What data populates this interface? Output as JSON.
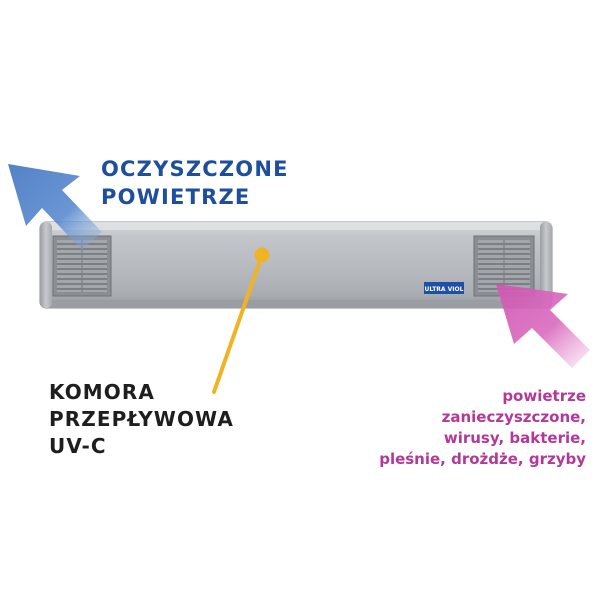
{
  "labels": {
    "clean_air": [
      "OCZYSZCZONE",
      "POWIETRZE"
    ],
    "chamber": [
      "KOMORA",
      "PRZEPŁYWOWA",
      "UV-C"
    ],
    "dirty_air": [
      "powietrze",
      "zanieczyszczone,",
      "wirusy, bakterie,",
      "pleśnie, drożdże, grzyby"
    ]
  },
  "device": {
    "badge_text": "ULTRA VIOL"
  },
  "colors": {
    "clean_arrow": "#4a7fc6",
    "clean_text": "#1d4f9c",
    "chamber_pointer": "#f0b323",
    "chamber_text": "#1e1e1e",
    "dirty_arrow": "#d45fb8",
    "dirty_text": "#b4379a",
    "device_body": "#b8bcc1",
    "device_badge": "#1f4fa8"
  },
  "icons": {
    "clean_arrow": "arrow-up-left-icon",
    "dirty_arrow": "arrow-up-left-icon",
    "pointer": "callout-pointer-icon"
  }
}
